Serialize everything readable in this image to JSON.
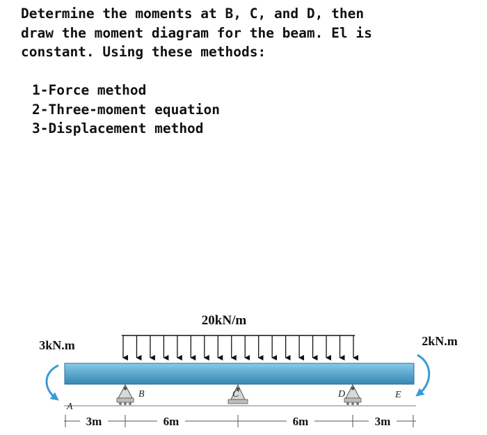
{
  "problem": {
    "statement": "Determine the moments at B, C, and D, then\ndraw the moment diagram for the beam. El is\nconstant. Using these methods:",
    "methods": [
      "1-Force method",
      "2-Three-moment equation",
      "3-Displacement method"
    ]
  },
  "diagram": {
    "load_label": "20kN/m",
    "left_moment_label": "3kN.m",
    "right_moment_label": "2kN.m",
    "supports": {
      "A": "A",
      "B": "B",
      "C": "C",
      "D": "D",
      "E": "E"
    },
    "spans": [
      "3m",
      "6m",
      "6m",
      "3m"
    ],
    "colors": {
      "beam": "#5aa8cf",
      "arrow": "#3a9ad6",
      "support": "#cfcfcf"
    }
  }
}
